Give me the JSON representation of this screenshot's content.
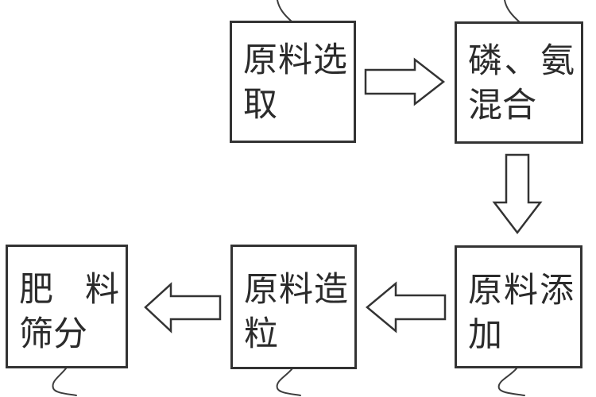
{
  "diagram": {
    "type": "flowchart",
    "style": "patent-line-art",
    "colors": {
      "background": "#ffffff",
      "line": "#333333",
      "text": "#2b2b2b",
      "squiggle": "#3d3d3d"
    },
    "boxes": [
      {
        "id": "material-selection",
        "label": "原料选取"
      },
      {
        "id": "phosphorus-ammonia-mixing",
        "label": "磷、氨混合"
      },
      {
        "id": "material-adding",
        "label": "原料添加"
      },
      {
        "id": "material-granulation",
        "label": "原料造粒"
      },
      {
        "id": "fertilizer-screening",
        "label": "肥料筛分"
      }
    ],
    "connections": [
      {
        "from": "原料选取",
        "to": "磷、氨混合",
        "direction": "right"
      },
      {
        "from": "磷、氨混合",
        "to": "原料添加",
        "direction": "down"
      },
      {
        "from": "原料添加",
        "to": "原料造粒",
        "direction": "left"
      },
      {
        "from": "原料造粒",
        "to": "肥料筛分",
        "direction": "left"
      }
    ]
  }
}
